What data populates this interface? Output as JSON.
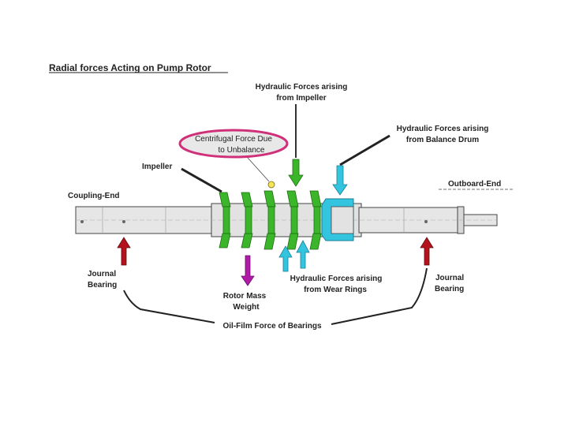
{
  "title": "Radial forces Acting on Pump Rotor",
  "labels": {
    "hydraulic_impeller": [
      "Hydraulic Forces arising",
      "from Impeller"
    ],
    "hydraulic_balance_drum": [
      "Hydraulic Forces arising",
      "from Balance Drum"
    ],
    "centrifugal": [
      "Centrifugal Force Due",
      "to Unbalance"
    ],
    "impeller": "Impeller",
    "coupling_end": "Coupling-End",
    "outboard_end": "Outboard-End",
    "journal_bearing_left": [
      "Journal",
      "Bearing"
    ],
    "journal_bearing_right": [
      "Journal",
      "Bearing"
    ],
    "rotor_mass_weight": [
      "Rotor Mass",
      "Weight"
    ],
    "hydraulic_wear_rings": [
      "Hydraulic Forces arising",
      "from Wear Rings"
    ],
    "oil_film": "Oil-Film Force of Bearings"
  },
  "colors": {
    "impeller_green": "#3bb52a",
    "balance_drum_cyan": "#33c5e0",
    "bearing_red": "#b5121b",
    "rotor_weight_magenta": "#b01ca8",
    "centrifugal_ellipse": "#d0307a",
    "shaft_fill": "#e6e6e6",
    "outline": "#444444"
  }
}
